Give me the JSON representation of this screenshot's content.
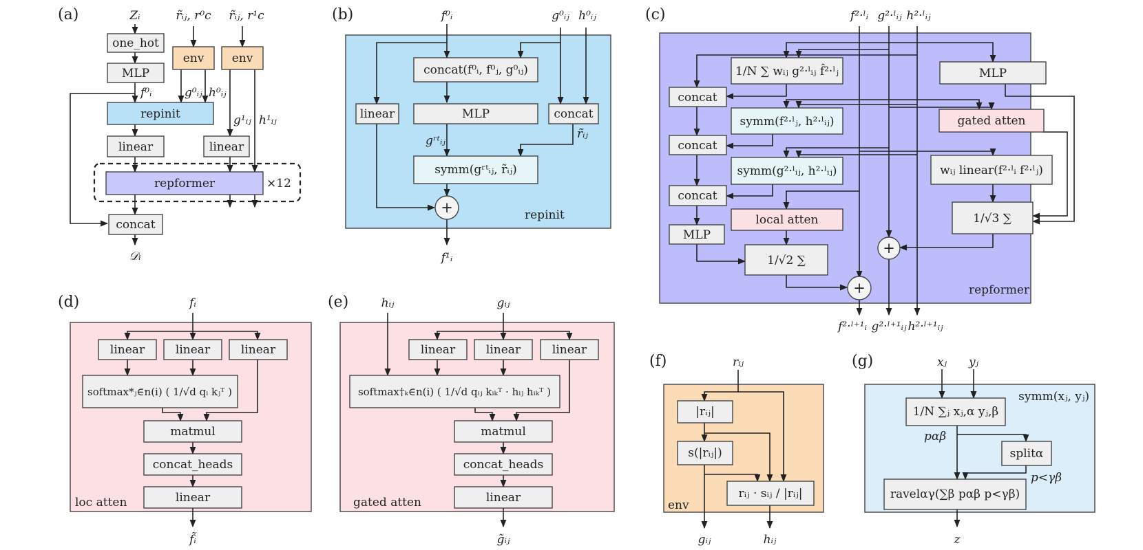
{
  "colors": {
    "repinit_bg": "#b8e0f7",
    "repformer_bg": "#bdbdfb",
    "atten_bg": "#fde0e4",
    "env_bg": "#fbdcb6",
    "symm_bg": "#dbeefa",
    "box_grey": "#efefef",
    "box_blue": "#b8e0f7",
    "box_cyan": "#e6f6f8",
    "box_pink": "#fbe0e4",
    "box_orange": "#fbdcb6",
    "box_lavender": "#c8c8fa"
  },
  "panel_a": {
    "tag": "(a)",
    "in_z": "Zᵢ",
    "in_env0": "r̃ᵢⱼ, r⁰c",
    "in_env1": "r̃ᵢⱼ, r¹c",
    "one_hot": "one_hot",
    "mlp": "MLP",
    "env0": "env",
    "env1": "env",
    "repinit": "repinit",
    "linear_left": "linear",
    "linear_right": "linear",
    "repformer": "repformer",
    "repeat": "×12",
    "concat": "concat",
    "out": "𝒟ᵢ",
    "f0": "f⁰ᵢ",
    "g0": "g⁰ᵢⱼ",
    "h0": "h⁰ᵢⱼ",
    "g1": "g¹ᵢⱼ",
    "h1": "h¹ᵢⱼ"
  },
  "panel_b": {
    "tag": "(b)",
    "in_f": "f⁰ᵢ",
    "in_g": "g⁰ᵢⱼ",
    "in_h": "h⁰ᵢⱼ",
    "concat_top": "concat(f⁰ᵢ, f⁰ⱼ, g⁰ᵢⱼ)",
    "linear": "linear",
    "mlp": "MLP",
    "concat_right": "concat",
    "g_rt": "gʳᵗᵢⱼ",
    "r_tilde": "r̃ᵢⱼ",
    "symm": "symm(gʳᵗᵢⱼ, r̃ᵢⱼ)",
    "plus": "+",
    "panel_label": "repinit",
    "out": "f¹ᵢ"
  },
  "panel_c": {
    "tag": "(c)",
    "in_f": "f²·ˡᵢ",
    "in_g": "g²·ˡᵢⱼ",
    "in_h": "h²·ˡᵢⱼ",
    "sum_box": "1/N ∑ wᵢⱼ g²·ˡᵢⱼ f̂²·ˡⱼ",
    "mlp_right": "MLP",
    "concat1": "concat",
    "symm1": "symm(f²·ˡⱼ, h²·ˡᵢⱼ)",
    "gated_atten": "gated atten",
    "concat2": "concat",
    "symm2": "symm(g²·ˡᵢⱼ, h²·ˡᵢⱼ)",
    "wlinear": "wᵢⱼ linear(f²·ˡᵢ f²·ˡⱼ)",
    "concat3": "concat",
    "local_atten": "local atten",
    "sum3": "1/√3 ∑",
    "mlp_left": "MLP",
    "sum2": "1/√2 ∑",
    "plus": "+",
    "panel_label": "repformer",
    "out_f": "f²·ˡ⁺¹ᵢ",
    "out_g": "g²·ˡ⁺¹ᵢⱼ",
    "out_h": "h²·ˡ⁺¹ᵢⱼ"
  },
  "panel_d": {
    "tag": "(d)",
    "in": "fᵢ",
    "linear": "linear",
    "softmax": "softmax*ⱼ∈n(i) ( 1/√d qᵢ kⱼᵀ )",
    "matmul": "matmul",
    "concat_heads": "concat_heads",
    "panel_label": "loc atten",
    "out": "f̃ᵢ"
  },
  "panel_e": {
    "tag": "(e)",
    "in_h": "hᵢⱼ",
    "in_g": "gᵢⱼ",
    "linear": "linear",
    "softmax": "softmax†ₖ∈n(i) ( 1/√d qᵢⱼ kᵢₖᵀ · hᵢⱼ hᵢₖᵀ )",
    "matmul": "matmul",
    "concat_heads": "concat_heads",
    "panel_label": "gated atten",
    "out": "g̃ᵢⱼ"
  },
  "panel_f": {
    "tag": "(f)",
    "in": "rᵢⱼ",
    "abs": "|rᵢⱼ|",
    "s_abs": "s(|rᵢⱼ|)",
    "product": "rᵢⱼ · sᵢⱼ / |rᵢⱼ|",
    "panel_label": "env",
    "out_g": "gᵢⱼ",
    "out_h": "hᵢⱼ"
  },
  "panel_g": {
    "tag": "(g)",
    "in_x": "xⱼ",
    "in_y": "yⱼ",
    "panel_label": "symm(xⱼ, yⱼ)",
    "sum": "1/N ∑ⱼ xⱼ,α yⱼ,β",
    "p": "pαβ",
    "split": "splitα",
    "p_lt": "p<γβ",
    "ravel": "ravelαγ(∑β pαβ p<γβ)",
    "out": "z"
  }
}
